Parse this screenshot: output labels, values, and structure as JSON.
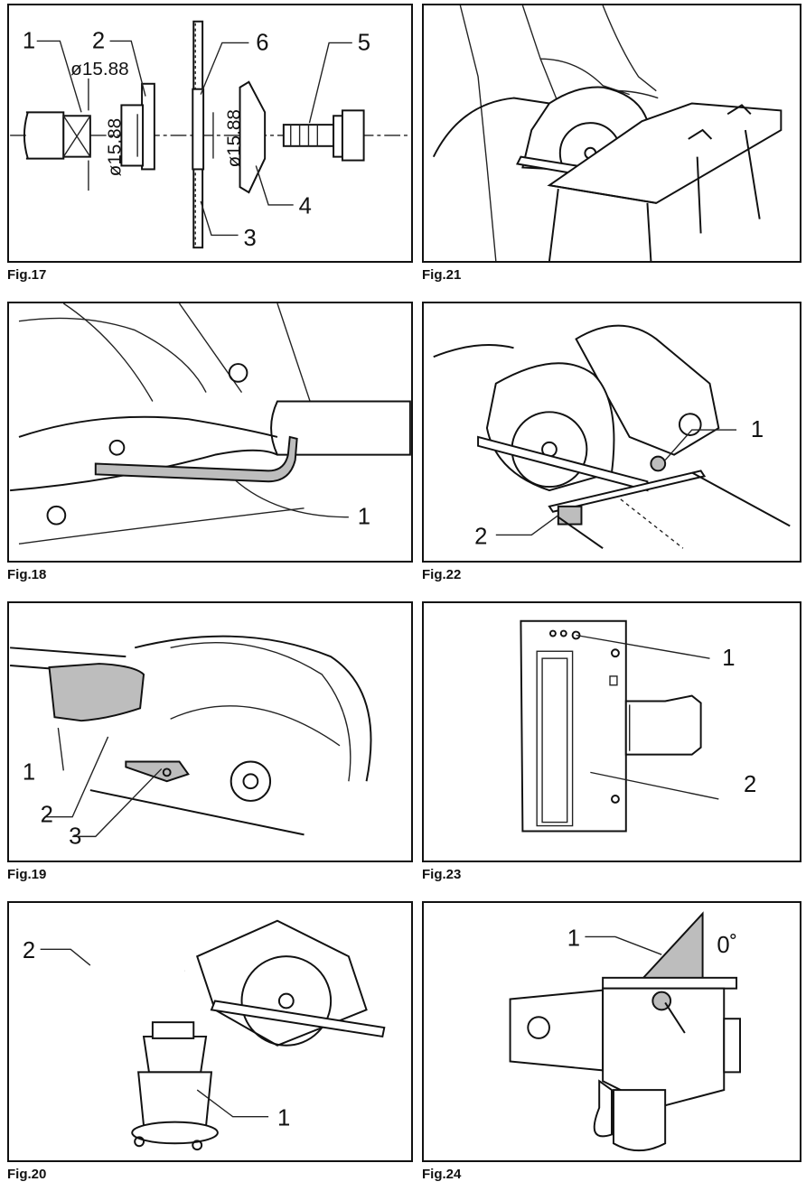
{
  "figures": {
    "fig17": {
      "caption": "Fig.17",
      "labels": [
        "1",
        "2",
        "3",
        "4",
        "5",
        "6"
      ],
      "dims": [
        "ø15.88",
        "ø15.88",
        "ø15.88"
      ]
    },
    "fig18": {
      "caption": "Fig.18",
      "labels": [
        "1"
      ]
    },
    "fig19": {
      "caption": "Fig.19",
      "labels": [
        "1",
        "2",
        "3"
      ]
    },
    "fig20": {
      "caption": "Fig.20",
      "labels": [
        "1",
        "2"
      ]
    },
    "fig21": {
      "caption": "Fig.21"
    },
    "fig22": {
      "caption": "Fig.22",
      "labels": [
        "1",
        "2"
      ]
    },
    "fig23": {
      "caption": "Fig.23",
      "labels": [
        "1",
        "2"
      ]
    },
    "fig24": {
      "caption": "Fig.24",
      "labels": [
        "1"
      ],
      "angle": "0˚"
    }
  }
}
